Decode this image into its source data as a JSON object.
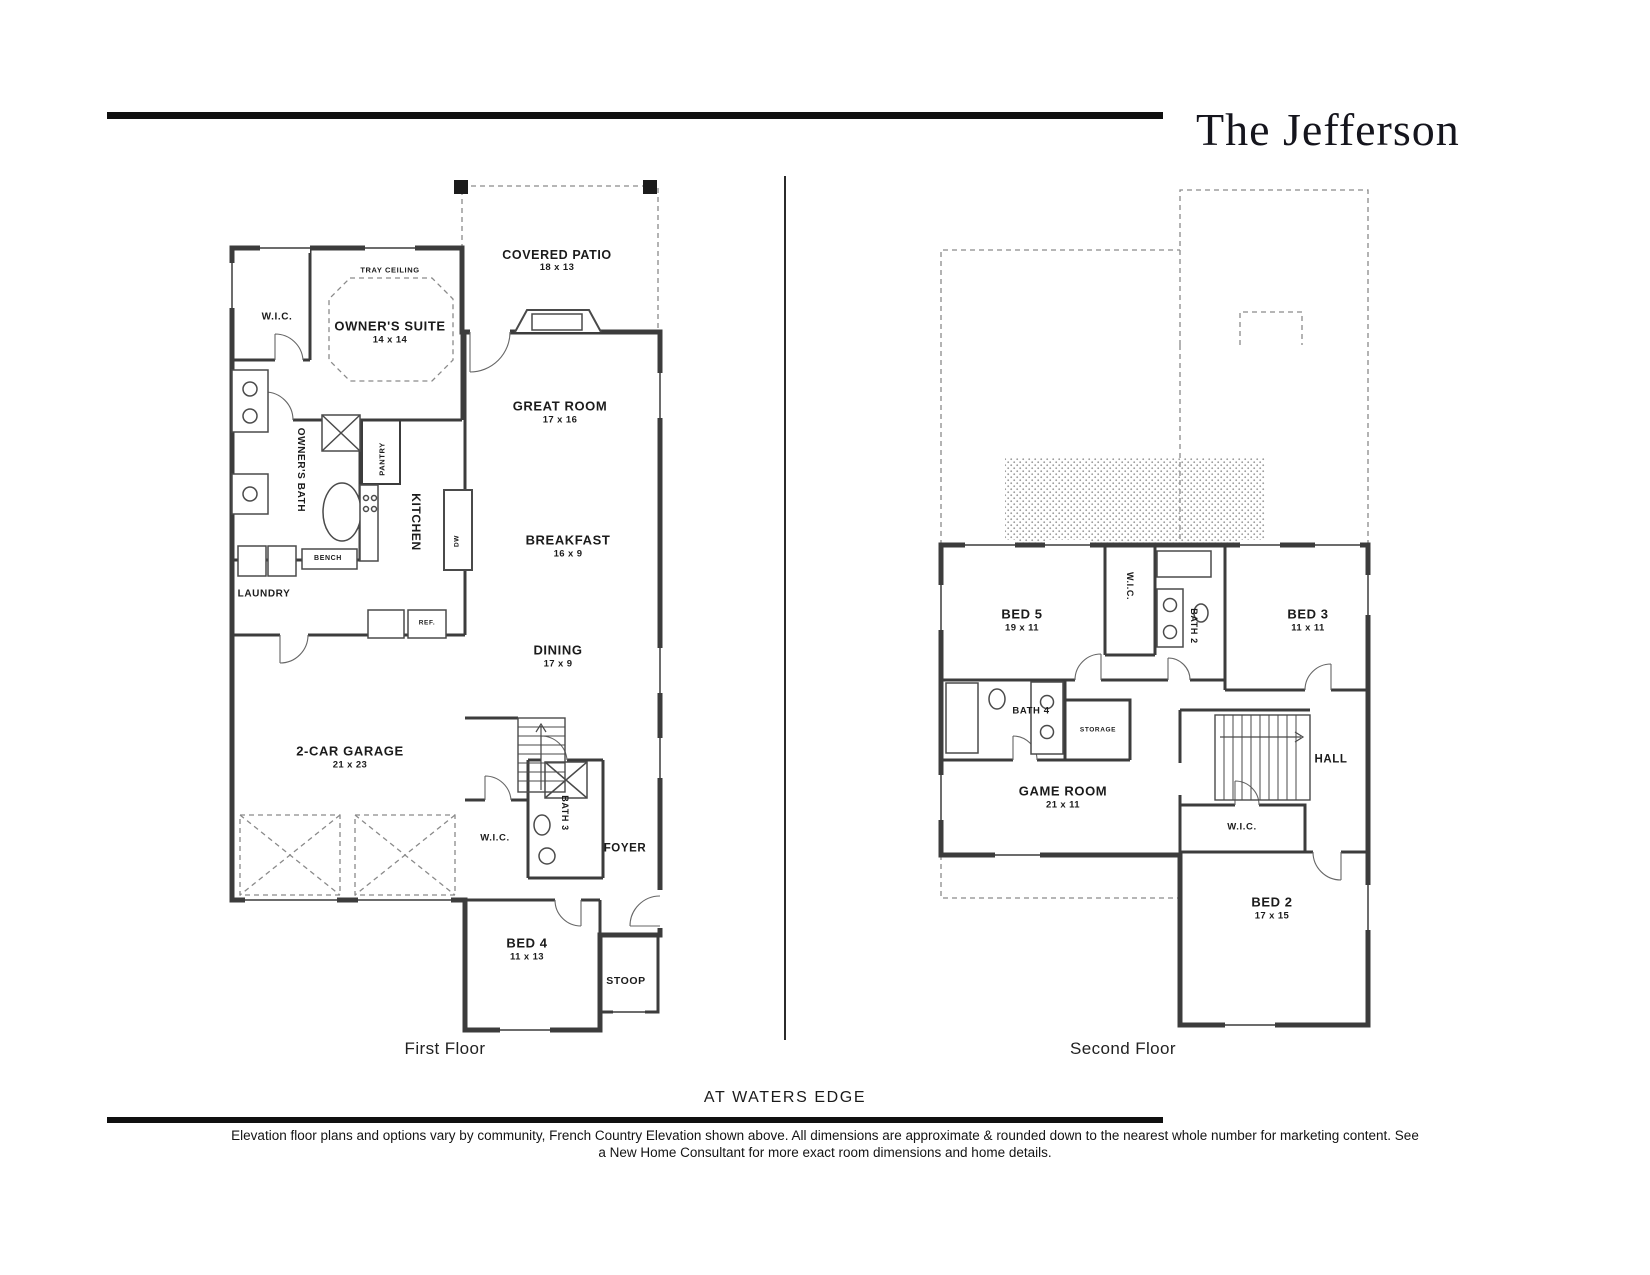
{
  "title": "The Jefferson",
  "colors": {
    "wall": "#3c3c3c",
    "text": "#1b1b1b",
    "dashed": "#8a8a8a"
  },
  "first_floor": {
    "caption": "First Floor",
    "rooms": [
      {
        "name": "W.I.C."
      },
      {
        "name": "TRAY CEILING"
      },
      {
        "name": "OWNER'S SUITE",
        "dims": "14 x 14"
      },
      {
        "name": "COVERED PATIO",
        "dims": "18 x 13"
      },
      {
        "name": "GREAT ROOM",
        "dims": "17 x 16"
      },
      {
        "name": "OWNER'S BATH"
      },
      {
        "name": "PANTRY"
      },
      {
        "name": "KITCHEN"
      },
      {
        "name": "BREAKFAST",
        "dims": "16 x 9"
      },
      {
        "name": "BENCH"
      },
      {
        "name": "LAUNDRY"
      },
      {
        "name": "DINING",
        "dims": "17 x 9"
      },
      {
        "name": "2-CAR GARAGE",
        "dims": "21 x 23"
      },
      {
        "name": "BATH 3"
      },
      {
        "name": "W.I.C."
      },
      {
        "name": "FOYER"
      },
      {
        "name": "BED 4",
        "dims": "11 x 13"
      },
      {
        "name": "STOOP"
      },
      {
        "name": "REF."
      },
      {
        "name": "DW"
      }
    ]
  },
  "second_floor": {
    "caption": "Second Floor",
    "rooms": [
      {
        "name": "BED 5",
        "dims": "19 x 11"
      },
      {
        "name": "W.I.C."
      },
      {
        "name": "BATH 2"
      },
      {
        "name": "BED 3",
        "dims": "11 x 11"
      },
      {
        "name": "BATH 4"
      },
      {
        "name": "STORAGE"
      },
      {
        "name": "GAME ROOM",
        "dims": "21 x 11"
      },
      {
        "name": "HALL"
      },
      {
        "name": "W.I.C."
      },
      {
        "name": "BED 2",
        "dims": "17 x 15"
      }
    ]
  },
  "footer": {
    "community": "AT WATERS EDGE",
    "disclaimer": "Elevation floor plans and options vary by community, French Country Elevation shown above. All dimensions are approximate & rounded down to the nearest whole number for marketing content. See a New Home Consultant for more exact room dimensions and home details."
  }
}
